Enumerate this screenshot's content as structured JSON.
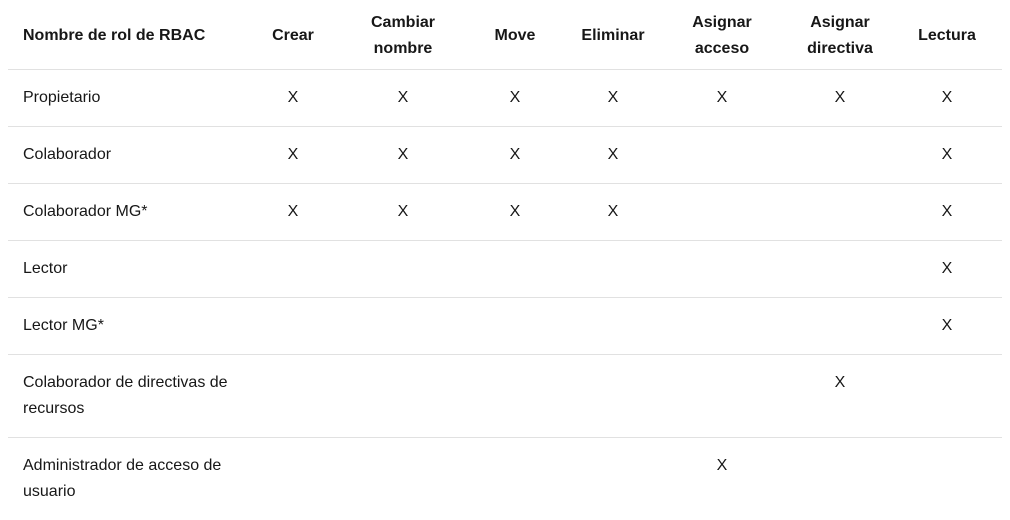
{
  "table": {
    "headers": [
      "Nombre de rol de RBAC",
      "Crear",
      "Cambiar nombre",
      "Move",
      "Eliminar",
      "Asignar acceso",
      "Asignar directiva",
      "Lectura"
    ],
    "rows": [
      [
        "Propietario",
        "X",
        "X",
        "X",
        "X",
        "X",
        "X",
        "X"
      ],
      [
        "Colaborador",
        "X",
        "X",
        "X",
        "X",
        "",
        "",
        "X"
      ],
      [
        "Colaborador MG*",
        "X",
        "X",
        "X",
        "X",
        "",
        "",
        "X"
      ],
      [
        "Lector",
        "",
        "",
        "",
        "",
        "",
        "",
        "X"
      ],
      [
        "Lector MG*",
        "",
        "",
        "",
        "",
        "",
        "",
        "X"
      ],
      [
        "Colaborador de directivas de recursos",
        "",
        "",
        "",
        "",
        "",
        "X",
        ""
      ],
      [
        "Administrador de acceso de usuario",
        "",
        "",
        "",
        "",
        "X",
        "",
        ""
      ]
    ]
  }
}
